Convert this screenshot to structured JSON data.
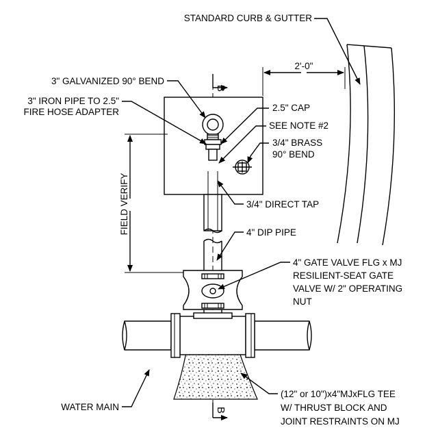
{
  "labels": {
    "curb": "STANDARD CURB & GUTTER",
    "galv_bend": "3\" GALVANIZED 90° BEND",
    "iron_pipe_1": "3\" IRON PIPE TO 2.5\"",
    "iron_pipe_2": "FIRE HOSE ADAPTER",
    "cap": "2.5\" CAP",
    "see_note": "SEE NOTE #2",
    "brass_1": "3/4\" BRASS",
    "brass_2": "90° BEND",
    "dimension": "2'-0\"",
    "direct_tap": "3/4\" DIRECT TAP",
    "field_verify": "FIELD VERIFY",
    "dip_pipe": "4\" DIP PIPE",
    "gate_1": "4\" GATE VALVE FLG x MJ",
    "gate_2": "RESILIENT-SEAT GATE",
    "gate_3": "VALVE W/ 2\" OPERATING",
    "gate_4": "NUT",
    "water_main": "WATER MAIN",
    "tee_1": "(12\" or 10\")x4\"MJxFLG TEE",
    "tee_2": "W/ THRUST BLOCK AND",
    "tee_3": "JOINT RESTRAINTS ON MJ",
    "section_top": "B",
    "section_bottom": "B"
  }
}
